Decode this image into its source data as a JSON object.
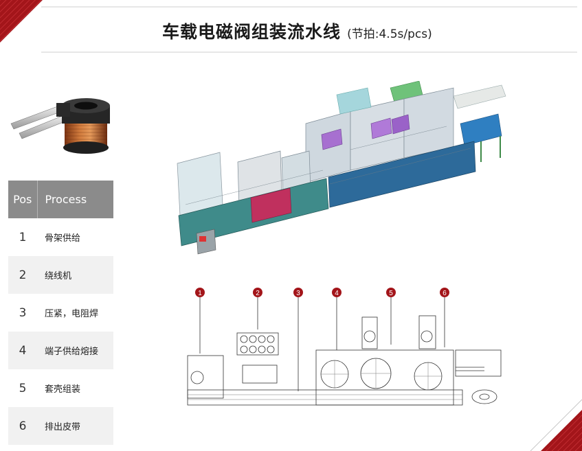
{
  "header": {
    "title": "车载电磁阀组装流水线",
    "subtitle": "(节拍:4.5s/pcs)"
  },
  "table": {
    "col_pos": "Pos",
    "col_process": "Process",
    "rows": [
      {
        "pos": "1",
        "process": "骨架供给"
      },
      {
        "pos": "2",
        "process": "绕线机"
      },
      {
        "pos": "3",
        "process": "压紧，电阻焊"
      },
      {
        "pos": "4",
        "process": "端子供给熔接"
      },
      {
        "pos": "5",
        "process": "套壳组装"
      },
      {
        "pos": "6",
        "process": "排出皮带"
      }
    ]
  },
  "markers": [
    "1",
    "2",
    "3",
    "4",
    "5",
    "6"
  ],
  "colors": {
    "accent": "#b5161b",
    "header_row": "#8b8b8b",
    "shade_row": "#f1f1f1"
  }
}
